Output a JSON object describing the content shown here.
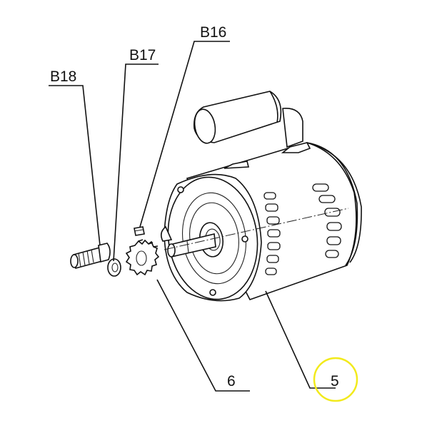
{
  "callouts": {
    "b16": "B16",
    "b17": "B17",
    "b18": "B18",
    "part_6": "6",
    "part_5": "5"
  },
  "colors": {
    "line": "#111111",
    "highlight_circle": "#f2ea1c",
    "background": "#ffffff"
  },
  "icons": {
    "motor": "electric-motor-icon",
    "capacitor": "capacitor-icon",
    "gear": "pinion-gear-icon",
    "bolt": "bolt-icon",
    "washer": "washer-icon",
    "key": "shaft-key-icon"
  }
}
